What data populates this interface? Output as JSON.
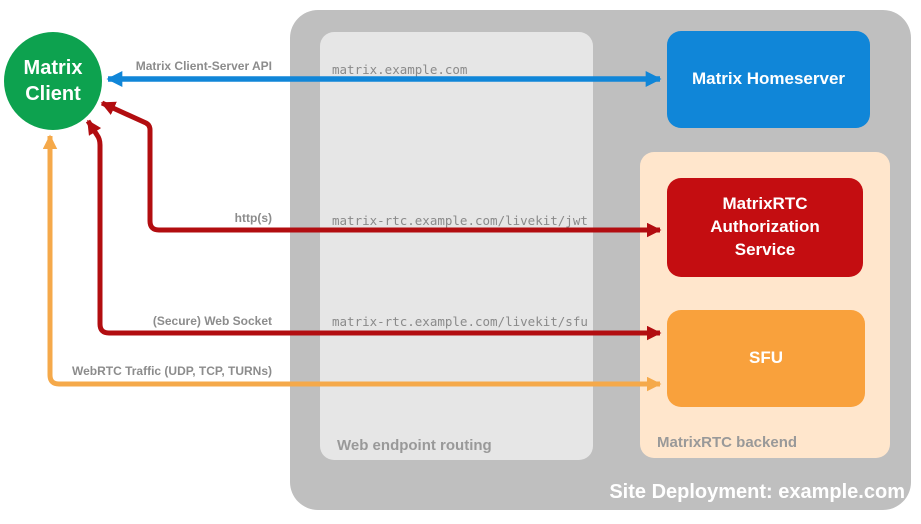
{
  "client": {
    "line1": "Matrix",
    "line2": "Client",
    "color": "#0DA24F"
  },
  "nodes": {
    "homeserver": {
      "label": "Matrix Homeserver",
      "color": "#1086D8"
    },
    "auth_service": {
      "label": "MatrixRTC Authorization Service",
      "color": "#C40D11"
    },
    "sfu": {
      "label": "SFU",
      "color": "#F9A13C"
    }
  },
  "containers": {
    "site_deployment": {
      "caption": "Site Deployment: example.com",
      "color": "#BFBFBF"
    },
    "web_endpoint_routing": {
      "caption": "Web endpoint routing",
      "color": "#E6E6E6"
    },
    "matrixrtc_backend": {
      "caption": "MatrixRTC backend",
      "color": "#FFE6CC"
    }
  },
  "endpoints": {
    "homeserver": "matrix.example.com",
    "auth": "matrix-rtc.example.com/livekit/jwt",
    "sfu": "matrix-rtc.example.com/livekit/sfu"
  },
  "arrows": {
    "client_server_api": {
      "label": "Matrix Client-Server API",
      "color": "#1086D8",
      "bidirectional": true
    },
    "https": {
      "label": "http(s)",
      "color": "#B20D10",
      "bidirectional": true
    },
    "web_socket": {
      "label": "(Secure) Web Socket",
      "color": "#B20D10",
      "bidirectional": true
    },
    "webrtc": {
      "label": "WebRTC Traffic (UDP, TCP, TURNs)",
      "color": "#F5A94A",
      "bidirectional": true
    }
  }
}
